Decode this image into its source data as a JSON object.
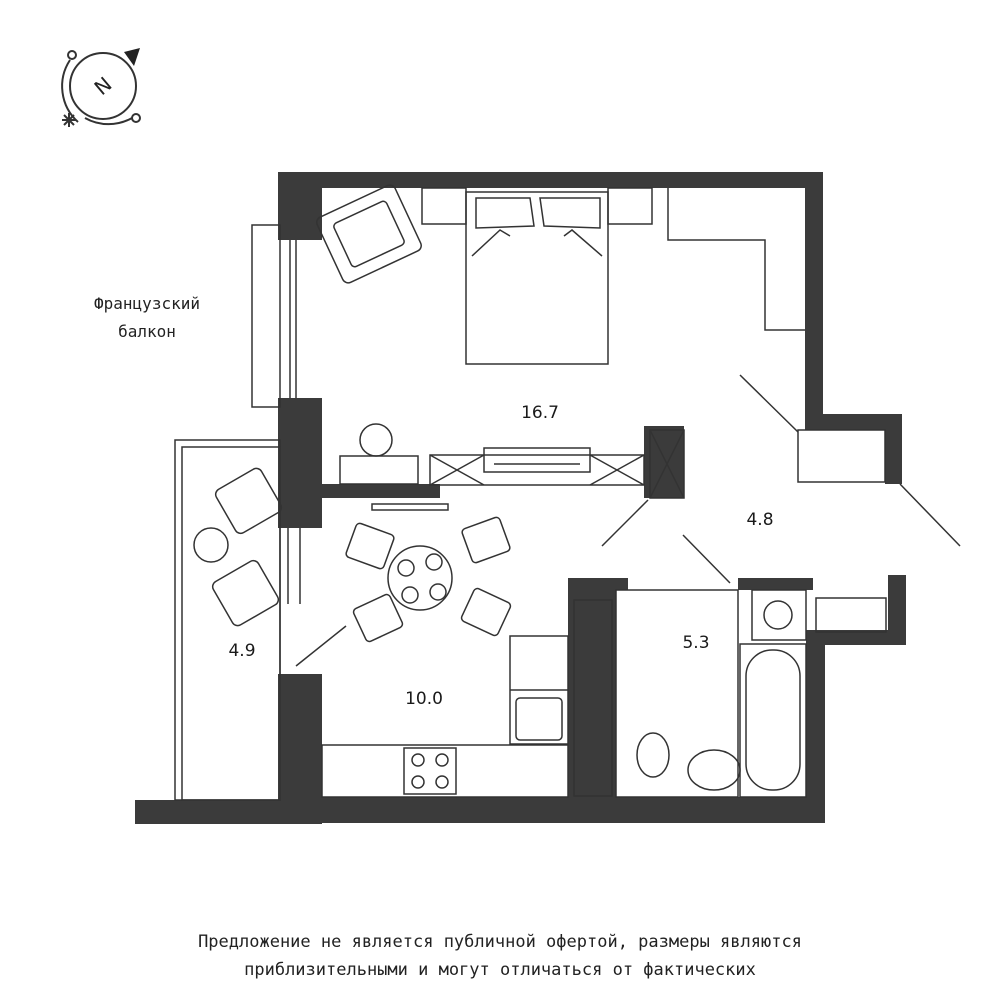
{
  "plan": {
    "compass_letter": "N",
    "balcony_label_line1": "Французский",
    "balcony_label_line2": "балкон",
    "rooms": [
      {
        "id": "bedroom",
        "area": "16.7"
      },
      {
        "id": "hallway",
        "area": "4.8"
      },
      {
        "id": "bathroom",
        "area": "5.3"
      },
      {
        "id": "balcony",
        "area": "4.9"
      },
      {
        "id": "kitchen-living",
        "area": "10.0"
      }
    ],
    "wall_color": "#3b3b3b",
    "line_color": "#333333"
  },
  "disclaimer": {
    "line1": "Предложение не является публичной офертой, размеры являются",
    "line2": "приблизительными и могут отличаться от фактических"
  }
}
